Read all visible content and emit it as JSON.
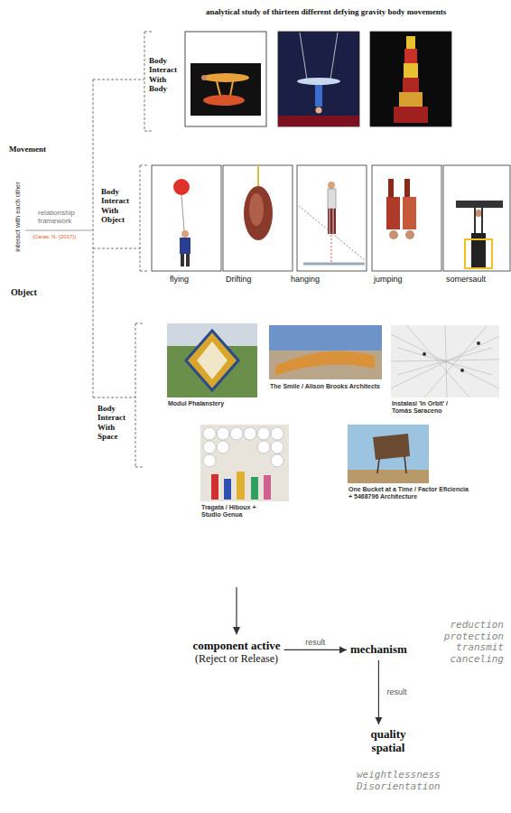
{
  "diagram": {
    "title": "analytical study of thirteen different defying gravity body movements",
    "nodes": [
      {
        "text": [
          "component active",
          "(Reject or Release)"
        ]
      },
      {
        "text": [
          "mechanism"
        ]
      },
      {
        "text": [
          "quality spatial"
        ]
      }
    ],
    "edges": [
      {
        "from": 0,
        "to": 1,
        "label": "result",
        "arrow": "to"
      },
      {
        "from": 1,
        "to": 2,
        "label": "result",
        "arrow": "to"
      }
    ],
    "labels": [
      "Movement",
      "interact with each other",
      "relationship framework",
      "(Caras, N. (2017))",
      "Object",
      "Body Interact With Body",
      "Body Interact With Object",
      "flying",
      "Drifting",
      "hanging",
      "jumping",
      "somersault",
      "Body Interact With Space",
      "Modul Phalanstery",
      "The Smile / Alison Brooks Architects",
      "Instalasi 'In Orbit' / Tomás Saraceno",
      "Tragata / Hiboux + Studio Genua",
      "One Bucket at a Time / Factor Eficiencia + 5468796 Architecture",
      "reduction protection transmit canceling",
      "weightlessness Disorientation"
    ]
  }
}
